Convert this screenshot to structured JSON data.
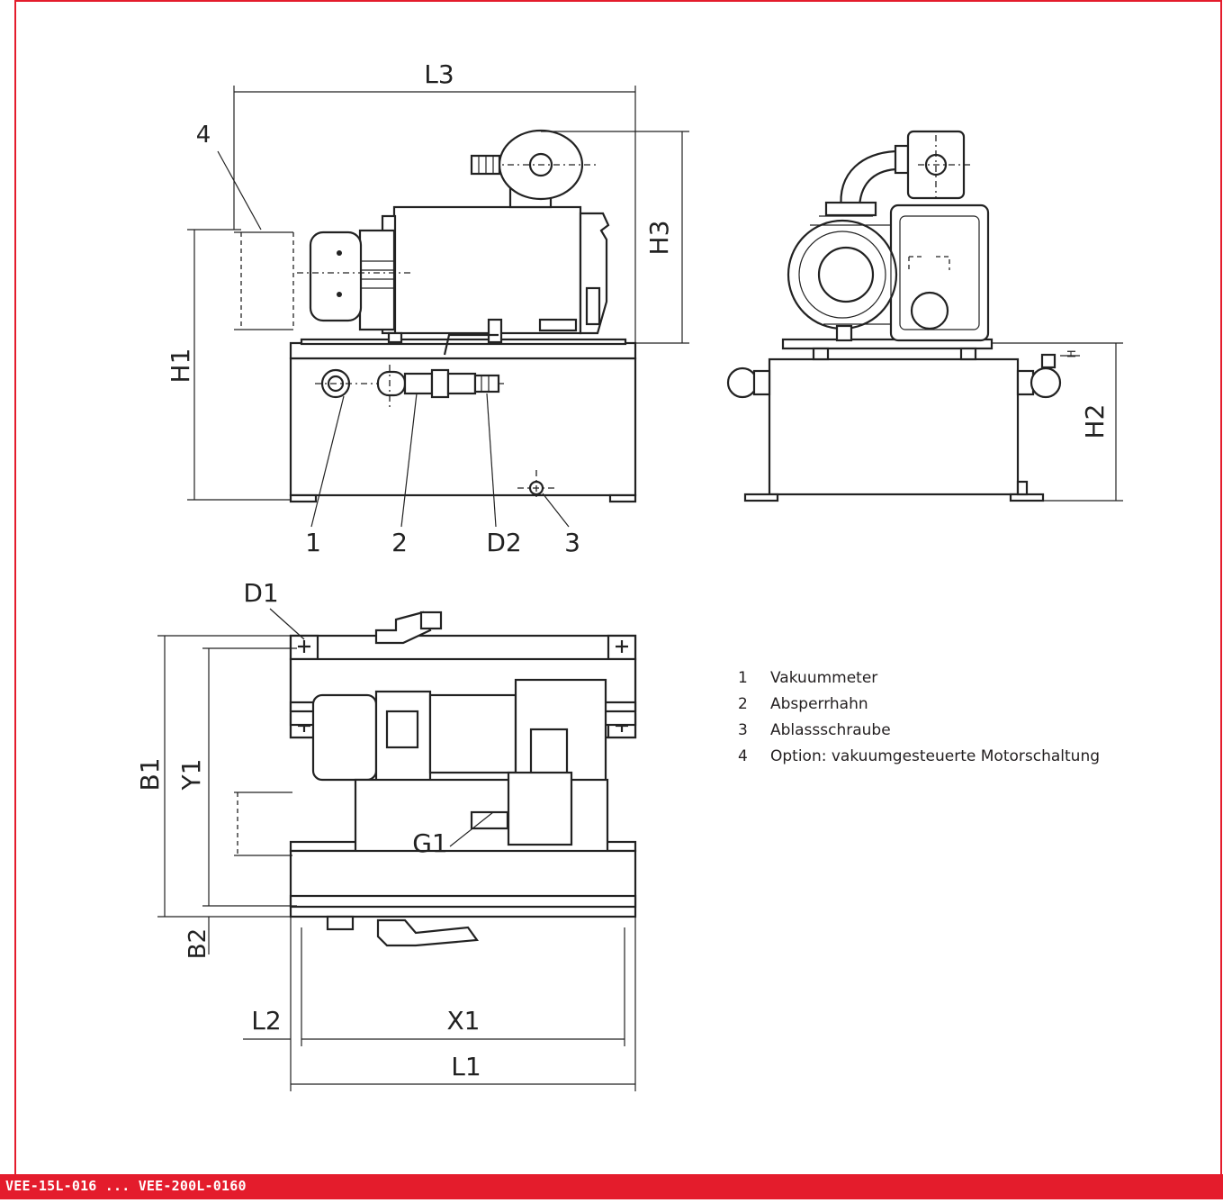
{
  "drawing": {
    "dimensions": {
      "l3": "L3",
      "h3": "H3",
      "h1": "H1",
      "h2": "H2",
      "b1": "B1",
      "y1": "Y1",
      "b2": "B2",
      "l2": "L2",
      "x1": "X1",
      "l1": "L1",
      "d1": "D1",
      "d2": "D2",
      "g1": "G1",
      "h_small": "H"
    },
    "callouts": [
      "1",
      "2",
      "3",
      "4"
    ]
  },
  "legend": [
    {
      "num": "1",
      "text": "Vakuummeter"
    },
    {
      "num": "2",
      "text": "Absperrhahn"
    },
    {
      "num": "3",
      "text": "Ablassschraube"
    },
    {
      "num": "4",
      "text": "Option: vakuumgesteuerte Motorschaltung"
    }
  ],
  "footer": {
    "model_range": "VEE-15L-016 ... VEE-200L-0160"
  },
  "colors": {
    "frame": "#e41c2c",
    "line": "#222222"
  }
}
